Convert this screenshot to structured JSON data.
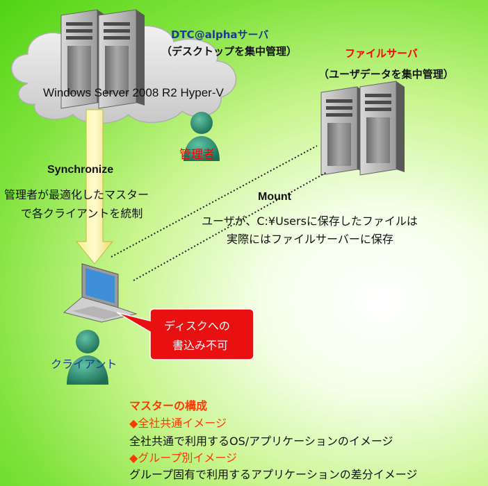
{
  "dtc_server": {
    "name": "DTC@alphaサーバ",
    "role": "（デスクトップを集中管理）",
    "platform": "Windows Server 2008 R2 Hyper-V"
  },
  "file_server": {
    "name": "ファイルサーバ",
    "role": "（ユーザデータを集中管理）"
  },
  "admin": {
    "label": "管理者"
  },
  "sync": {
    "title": "Synchronize",
    "line1": "管理者が最適化したマスター",
    "line2": "で各クライアントを統制"
  },
  "mount": {
    "title": "Mount",
    "line1": "ユーザが、C:¥Usersに保存したファイルは",
    "line2": "実際にはファイルサーバーに保存"
  },
  "callout": {
    "line1": "ディスクへの",
    "line2": "書込み不可"
  },
  "client": {
    "label": "クライアント"
  },
  "master": {
    "title": "マスターの構成",
    "items": [
      {
        "name": "◆全社共通イメージ",
        "desc": "全社共通で利用するOS/アプリケーションのイメージ"
      },
      {
        "name": "◆グループ別イメージ",
        "desc": "グループ固有で利用するアプリケーションの差分イメージ"
      }
    ]
  },
  "colors": {
    "navy": "#1f3a93",
    "red": "#ff0000",
    "orange_red": "#ff3a00",
    "callout_red": "#e81010",
    "person_teal": "#2a8a6e"
  }
}
